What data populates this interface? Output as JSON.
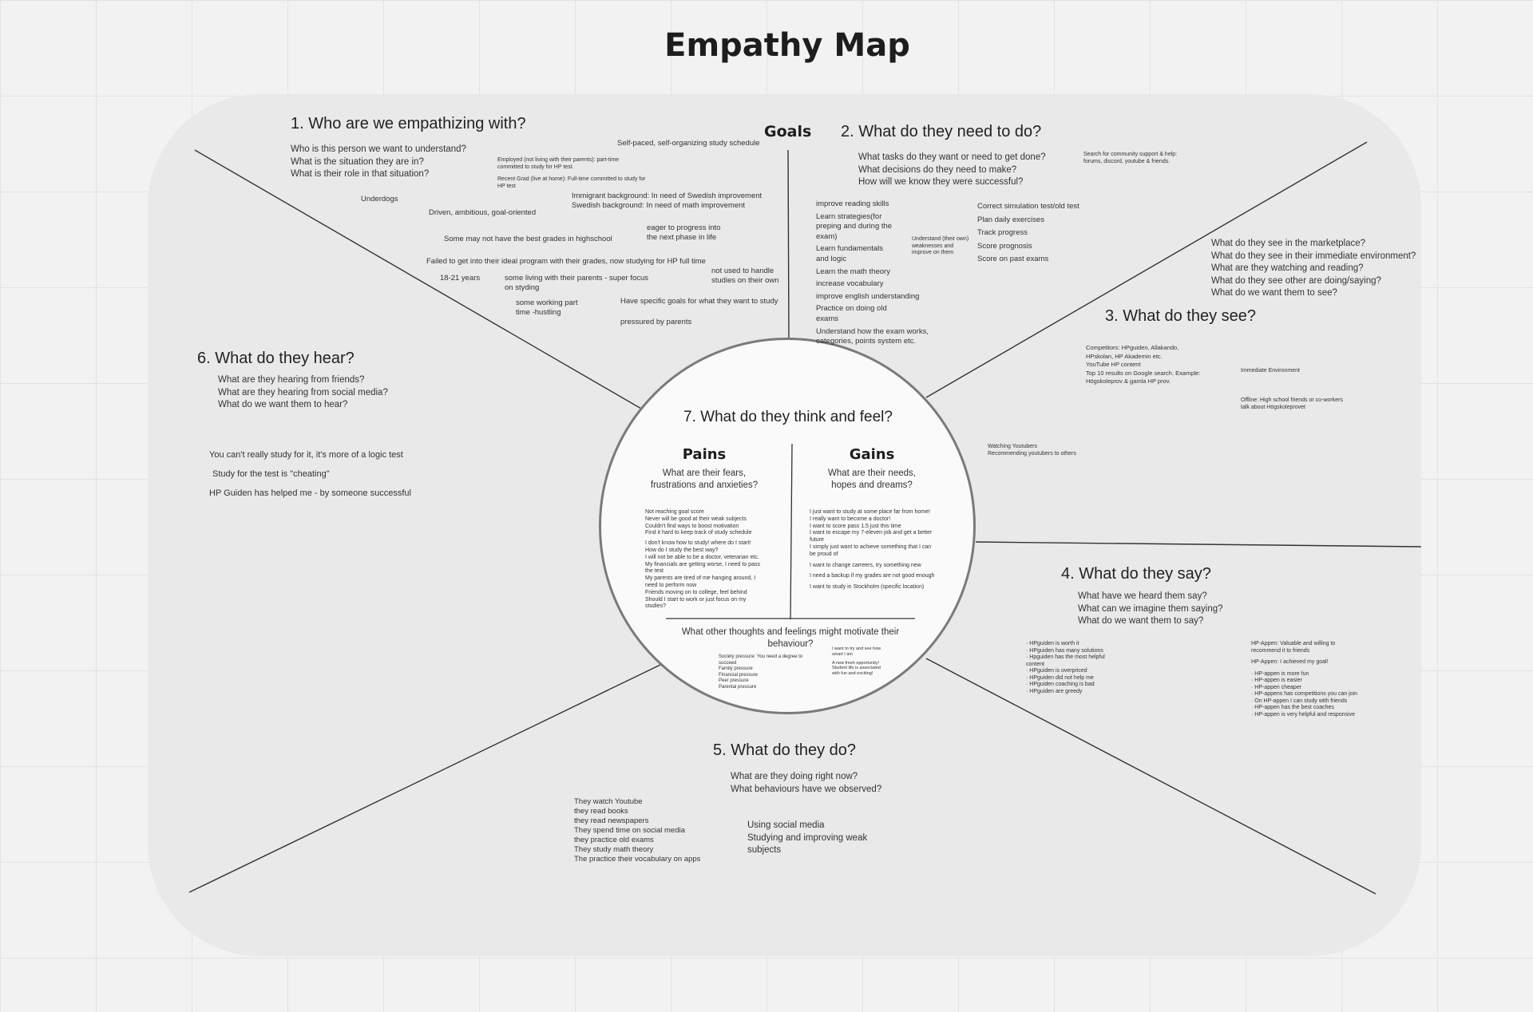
{
  "title": "Empathy Map",
  "goals_label": "Goals",
  "q1": {
    "title": "1. Who are we empathizing with?",
    "prompts": [
      "Who is this person we want to understand?",
      "What is the situation they are in?",
      "What is their role in that situation?"
    ],
    "notes": {
      "self_paced": "Self-paced, self-organizing study schedule",
      "employed": [
        "Employed (not living with their parents): part-time",
        "committed to study for HP test."
      ],
      "recent_grad": [
        "Recent Grad (live at home): Full-time committed to study for",
        "HP test"
      ],
      "immigrant": [
        "Immigrant background: In need of Swedish improvement",
        "Swedish background: In need of math improvement"
      ],
      "underdogs": "Underdogs",
      "driven": "Driven, ambitious, goal-oriented",
      "eager": [
        "eager to progress into",
        "the next phase in life"
      ],
      "grades": "Some may not have the best grades in highschool",
      "failed": "Failed to get into their ideal program with their grades, now studying for HP full time",
      "age": "18-21 years",
      "not_used": [
        "not used to handle",
        "studies on their own"
      ],
      "living": [
        "some living with their parents - super focus",
        "on styding"
      ],
      "working": [
        "some working part",
        "time -hustling"
      ],
      "specific_goals": "Have specific goals for what they want to study",
      "pressured": "pressured by parents"
    }
  },
  "q2": {
    "title": "2. What do they need to do?",
    "prompts": [
      "What tasks do they want or need to get done?",
      "What decisions do they need to make?",
      "How will we know they were successful?"
    ],
    "community": [
      "Search for community support & help:",
      "forums, discord, youtube & friends."
    ],
    "col1": [
      "improve reading skills",
      "Learn strategies(for",
      "preping and during the",
      "exam)",
      "Learn fundamentals",
      "and logic",
      "Learn the math theory",
      "increase vocabulary",
      "improve english understanding",
      "Practice on doing old",
      "exams",
      "Understand how the exam works,",
      "categories, points system etc."
    ],
    "understand": [
      "Understand (their own)",
      "weaknesses and",
      "improve on them"
    ],
    "col2": [
      "Correct simulation test/old test",
      "Plan daily exercises",
      "Track progress",
      "Score prognosis",
      "Score on past exams"
    ]
  },
  "q3": {
    "title": "3. What do they see?",
    "prompts": [
      "What do they see in the marketplace?",
      "What do they see in their immediate environment?",
      "What are they watching and reading?",
      "What do they see other are doing/saying?",
      "What do we want them to see?"
    ],
    "competitors": [
      "Competitors: HPguiden, Allakando,",
      "HPskolan, HP Akademin etc.",
      "YouTube HP content",
      "Top 10 results on Google search. Example:",
      "Högskoleprov & gamla HP prov."
    ],
    "immediate": [
      "Immediate Environment"
    ],
    "offline": [
      "Offline: High school friends or co-workers",
      "talk about Högskoleprovet"
    ],
    "watching": [
      "Watching Youtubers",
      "Recommending youtubers to others"
    ]
  },
  "q4": {
    "title": "4. What do they say?",
    "prompts": [
      "What have we heard them say?",
      "What can we imagine them saying?",
      "What do we want them to say?"
    ],
    "left": [
      "· HPguiden is worth it",
      "· HPguiden has many solutions",
      "· Hpguiden has the most helpful",
      "   content",
      "· HPguiden is overpriced",
      "· HPguiden did not help me",
      "· HPguiden coaching is bad",
      "· HPguiden are greedy"
    ],
    "right": [
      "HP-Appen: Valuable and willing to",
      "recommend it to friends",
      "",
      "HP-Appen: I achieved my goal!",
      "",
      "· HP-appen is more fun",
      "· HP-appen is easier",
      "· HP-appen cheaper",
      "· HP-appens has competitions you can join",
      "· On HP-appen I can study with friends",
      "· HP-appen has the best coaches",
      "· HP-appen is very helpful and responsive"
    ]
  },
  "q5": {
    "title": "5. What do they do?",
    "prompts": [
      "What are they doing right now?",
      "What behaviours have we observed?"
    ],
    "left": [
      "They watch Youtube",
      "they read books",
      "they read newspapers",
      "They spend time on social media",
      "they practice old exams",
      "They study math theory",
      "The practice their vocabulary on apps"
    ],
    "right": [
      "Using social media",
      "Studying and improving weak",
      "subjects"
    ]
  },
  "q6": {
    "title": "6. What do they hear?",
    "prompts": [
      "What are they hearing from friends?",
      "What are they hearing from social media?",
      "What do we want them to hear?"
    ],
    "notes": [
      "You can't really study for it, it's more of a logic test",
      "Study for the test is \"cheating\"",
      "HP Guiden has helped me - by someone successful"
    ]
  },
  "q7": {
    "title": "7. What do they think and feel?",
    "pains": {
      "title": "Pains",
      "subtitle": [
        "What are their fears,",
        "frustrations and anxieties?"
      ],
      "notes": [
        "Not reaching goal score",
        "Never will be good at their weak subjects",
        "Couldn't find ways to boost motivation",
        "Find it hard to keep track of study schedule",
        "",
        "I don't know how to study! where do I start!",
        "How do I study the best way?",
        "I will not be able to be a doctor, veterarian etc.",
        "My financials are getting worse, I need to pass",
        "the test",
        "My parents are tired of me hanging around, I",
        "need to perform now",
        "Friends moving on to college, feel behind",
        "Should I start to work or just focus on my",
        "studies?"
      ]
    },
    "gains": {
      "title": "Gains",
      "subtitle": [
        "What are their needs,",
        "hopes and dreams?"
      ],
      "notes": [
        "I just want to study at some place far from home!",
        "I really want to become a doctor!",
        "I want to score pass 1.5 just this time",
        "I want to escape my 7-eleven job and get a better",
        "future",
        "I simply just want to achieve something that I can",
        "be proud of",
        "",
        "I want to change carreers, try something new",
        "",
        "I need a backup if my grades are not good enough",
        "",
        "I want to study in Stockholm (specific location)"
      ]
    },
    "other": {
      "title": [
        "What other thoughts and feelings might motivate their",
        "behaviour?"
      ],
      "left": [
        "Society pressure: You need a degree to",
        "succeed",
        "Family pressure",
        "Financial pressure",
        "Peer pressure",
        "Parental pressure"
      ],
      "right": [
        "I want to try and see how",
        "smart I am",
        "",
        "A new fresh opportunity!",
        "Student life is associated",
        "with fun and exciting!"
      ]
    }
  }
}
